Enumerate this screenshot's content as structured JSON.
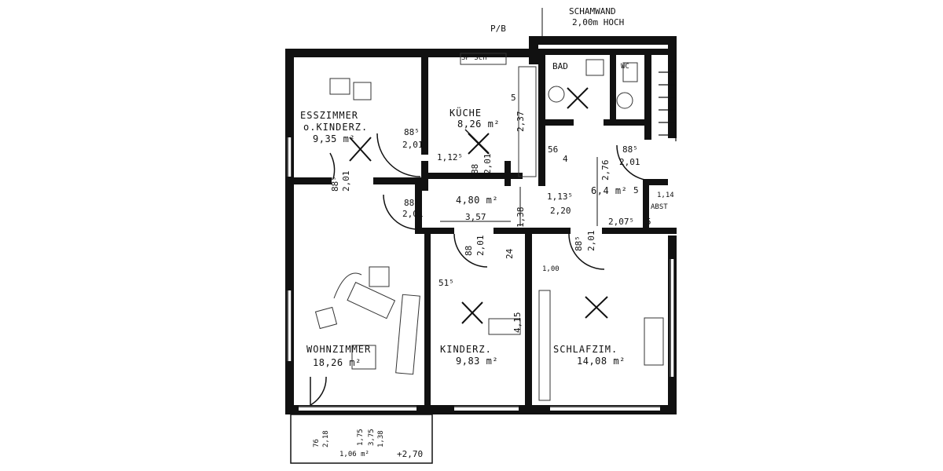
{
  "notes": {
    "schamwand_line1": "SCHAMWAND",
    "schamwand_line2": "2,00m HOCH",
    "pmb": "P/B",
    "sp_sch": "SP  Sch"
  },
  "rooms": {
    "esszimmer": {
      "name1": "ESSZIMMER",
      "name2": "o.KINDERZ.",
      "area": "9,35 m²"
    },
    "kueche": {
      "name": "KÜCHE",
      "area": "8,26 m²"
    },
    "bad": {
      "name": "BAD"
    },
    "wc": {
      "name": "WC"
    },
    "flur": {
      "area": "4,80 m²"
    },
    "flur2": {
      "area": "6,4 m²"
    },
    "wohnzimmer": {
      "name": "WOHNZIMMER",
      "area": "18,26 m²"
    },
    "kinderzimmer": {
      "name": "KINDERZ.",
      "area": "9,83 m²"
    },
    "schlafzimmer": {
      "name": "SCHLAFZIM.",
      "area": "14,08 m²"
    },
    "abst": {
      "name": "ABST"
    },
    "balkon": {
      "area": "1,06 m²"
    }
  },
  "doors": {
    "d_ess_top": "88⁵",
    "d_ess_bot": "2,01",
    "d_ess2_top": "88⁵",
    "d_ess2_bot": "2,01",
    "d_flur_top": "88⁵",
    "d_flur_bot": "2,01",
    "d_kue_top": "88",
    "d_kue_bot": "2,01",
    "d_mid_top": "1,13⁵",
    "d_mid_bot": "2,20",
    "d_bad_top": "88⁵",
    "d_bad_bot": "2,01",
    "d_kind_top": "88",
    "d_kind_bot": "2,01",
    "d_schl_top": "88⁵",
    "d_schl_bot": "2,01"
  },
  "dims": {
    "d357": "3,57",
    "d138": "1,38",
    "d276": "2,76",
    "d207": "2,07⁵",
    "d112": "1,12⁵",
    "d56": "56",
    "d515": "51⁵",
    "d24": "24",
    "d100": "1,00",
    "d415": "4,15",
    "d276b": "2,37",
    "d175": "1,75",
    "d375": "3,75",
    "d76": "76",
    "d218": "2,18",
    "d138b": "1,38",
    "d270": "+2,70",
    "d114": "1,14",
    "d5a": "5",
    "d5b": "5",
    "d5c": "5",
    "d4": "4"
  }
}
